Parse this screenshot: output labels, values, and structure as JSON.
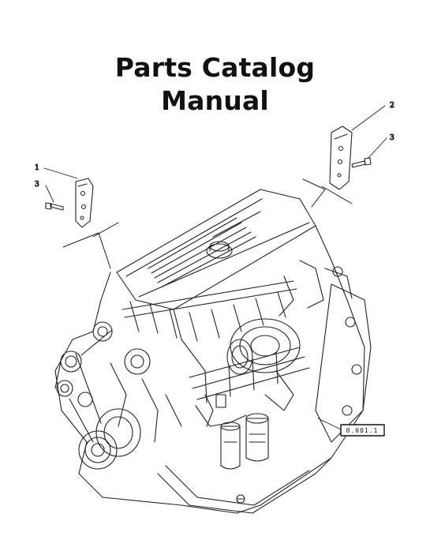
{
  "document": {
    "title_line1": "Parts Catalog",
    "title_line2": "Manual"
  },
  "illustration": {
    "callouts": [
      "1",
      "3",
      "2",
      "3"
    ],
    "reference_code": "0.001.1"
  }
}
